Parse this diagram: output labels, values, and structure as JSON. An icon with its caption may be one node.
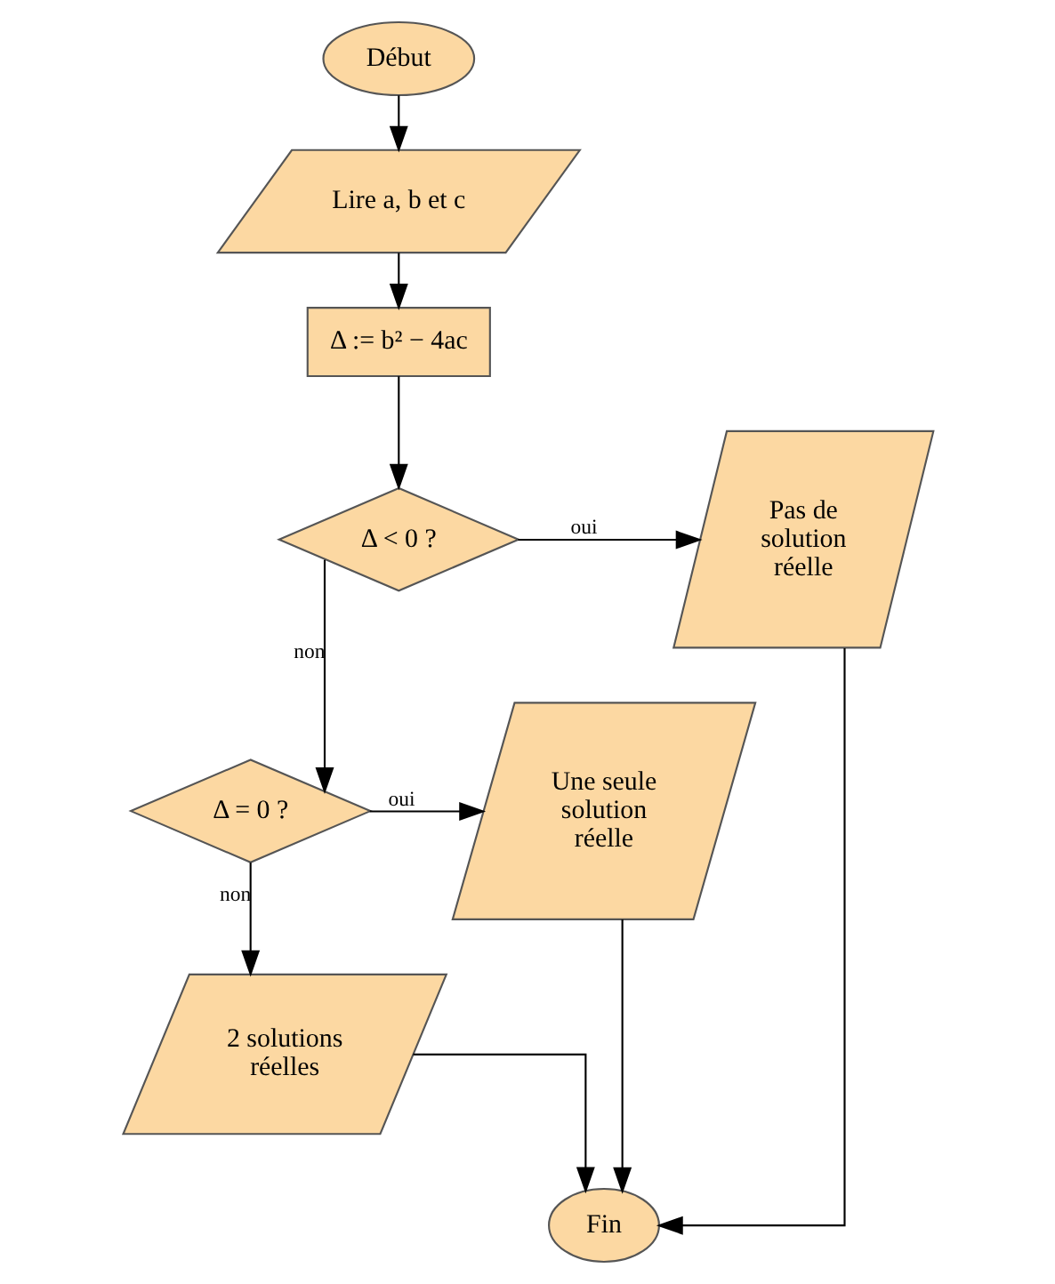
{
  "diagram": {
    "nodes": [
      {
        "text": [
          "Début"
        ]
      },
      {
        "text": [
          "Lire a, b et c"
        ]
      },
      {
        "text": [
          "Δ := b² − 4ac"
        ]
      },
      {
        "text": [
          "Δ < 0 ?"
        ]
      },
      {
        "text": [
          "Pas de solution réelle"
        ]
      },
      {
        "text": [
          "Δ = 0 ?"
        ]
      },
      {
        "text": [
          "Une seule solution réelle"
        ]
      },
      {
        "text": [
          "2 solutions réelles"
        ]
      },
      {
        "text": [
          "Fin"
        ]
      }
    ],
    "edges": [
      {
        "from": 0,
        "to": 1,
        "arrow": "to"
      },
      {
        "from": 1,
        "to": 2,
        "arrow": "to"
      },
      {
        "from": 2,
        "to": 3,
        "arrow": "to"
      },
      {
        "from": 3,
        "to": 4,
        "label": "oui",
        "arrow": "to"
      },
      {
        "from": 3,
        "to": 5,
        "label": "non",
        "arrow": "to"
      },
      {
        "from": 5,
        "to": 6,
        "label": "oui",
        "arrow": "to"
      },
      {
        "from": 5,
        "to": 7,
        "label": "non",
        "arrow": "to"
      },
      {
        "from": 7,
        "to": 8,
        "arrow": "to"
      },
      {
        "from": 6,
        "to": 8,
        "arrow": "to"
      },
      {
        "from": 4,
        "to": 8,
        "arrow": "to"
      }
    ]
  }
}
